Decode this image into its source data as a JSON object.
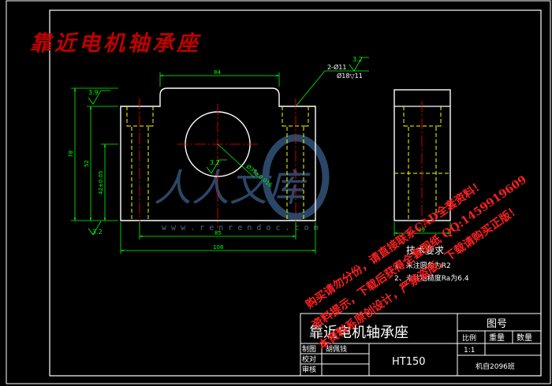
{
  "watermark_title": "靠近电机轴承座",
  "watermark_site": "人人文库",
  "watermark_url": "w w w . r e n r e n d o c . c o m",
  "dimensions": {
    "top_width": "84",
    "hole_callout_1": "2-Ø11",
    "hole_callout_2": "Ø18▽11",
    "roughness_top": "3.2",
    "roughness_left": "3.9",
    "roughness_bore": "3.2",
    "roughness_bottom": "3.2",
    "height_total": "78",
    "height_mid": "52",
    "height_center": "42±0.05",
    "bore_dia": "Ø35±0.016",
    "hole_spacing": "85",
    "total_width": "108",
    "side_width": "39"
  },
  "tech": {
    "title": "技术要求",
    "item1": "1、未注圆角为R2",
    "item2": "2、未注粗糙度Ra为6.4"
  },
  "title_block": {
    "part_name": "靠近电机轴承座",
    "drawing_no_label": "图号",
    "scale_label": "比例",
    "weight_label": "重量",
    "qty_label": "数量",
    "scale_value": "1:1",
    "drawn_label": "制图",
    "checked_label": "校对",
    "review_label": "审核",
    "drawn_name": "胡佩钱",
    "material": "HT150",
    "school": "机自2096班"
  },
  "red_stamp": {
    "line1": "购买请勿分份，请直接联系CAD全套资料！",
    "line2": "资料提示，下载后获得全套图纸 QQ:1459919609",
    "line3": "本资料系原创设计，严禁盗版，下载请购买正版！"
  },
  "colors": {
    "background": "#000000",
    "frame": "#ffffff",
    "part_outline": "#ffffff",
    "dimension": "#00ff00",
    "hidden": "#ffff00",
    "center": "#ff0000",
    "watermark_red": "#c00000",
    "stamp_red": "#ff2020",
    "logo": "#3a5f8a"
  }
}
